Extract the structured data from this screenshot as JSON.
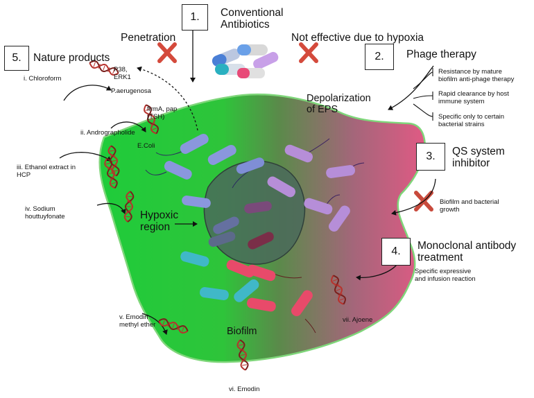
{
  "colors": {
    "biofilm_left": "#1fcc3a",
    "biofilm_mid": "#4f8a47",
    "biofilm_right": "#d95a80",
    "outline": "#7fd67a",
    "cross": "#d44a3c",
    "dna_red": "#b8322d",
    "dna_dark": "#7a1f1c",
    "hypoxic": "#4a6a5a"
  },
  "labels": {
    "box1": "1.",
    "box2": "2.",
    "box3": "3.",
    "box4": "4.",
    "box5": "5.",
    "conventional": "Conventional\nAntibiotics",
    "penetration": "Penetration",
    "not_effective": "Not effective due to hypoxia",
    "nature_products": "Nature products",
    "chloroform": "i. Chloroform",
    "p38": "P38,\nERK1",
    "paeruginosa": "P.aerugenosa",
    "firma": "firmA, pap\n(TSH)",
    "andrographolide": "ii. Andrographolide",
    "ecoli": "E.Coli",
    "ethanol": "iii. Ethanol extract in\nHCP",
    "sodium": "iv.  Sodium\nhouttuyfonate",
    "hypoxic": "Hypoxic\nregion",
    "phage_therapy": "Phage therapy",
    "resistance": "Resistance by mature\nbiofilm anti-phage therapy",
    "rapid": "Rapid clearance by host\nimmune system",
    "specific": "Specific only to certain\nbacterial strains",
    "depolarization": "Depolarization\nof EPS",
    "qs": "QS system\ninhibitor",
    "biofilm_growth": "Biofilm and bacterial\ngrowth",
    "monoclonal": "Monoclonal antibody\ntreatment",
    "infusion": "Specific expressive\nand infusion reaction",
    "emodin_me": "v.  Emodin\nmethyl ether",
    "biofilm": "Biofilm",
    "ajoene": "vii. Ajoene",
    "emodin": "vi. Emodin"
  }
}
